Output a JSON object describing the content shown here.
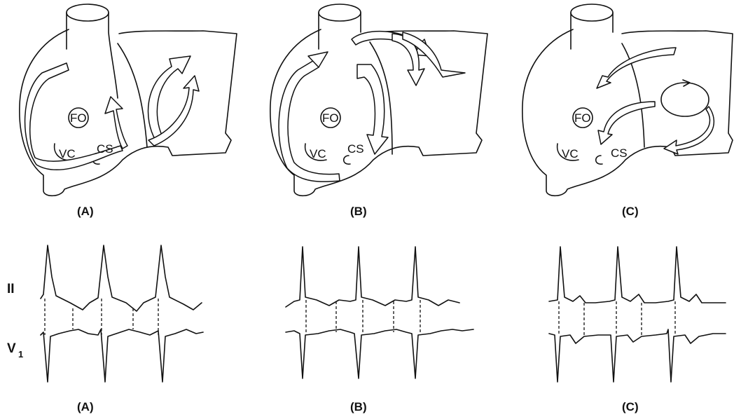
{
  "diagrams": [
    {
      "panel_label": "(A)",
      "fo_label": "FO",
      "vc_label": "VC",
      "cs_label": "CS"
    },
    {
      "panel_label": "(B)",
      "fo_label": "FO",
      "vc_label": "VC",
      "cs_label": "CS"
    },
    {
      "panel_label": "(C)",
      "fo_label": "FO",
      "vc_label": "VC",
      "cs_label": "CS"
    }
  ],
  "ecg": {
    "lead_top": "II",
    "lead_bottom_main": "V",
    "lead_bottom_sub": "1",
    "panels": [
      {
        "panel_label": "(A)"
      },
      {
        "panel_label": "(B)"
      },
      {
        "panel_label": "(C)"
      }
    ]
  }
}
